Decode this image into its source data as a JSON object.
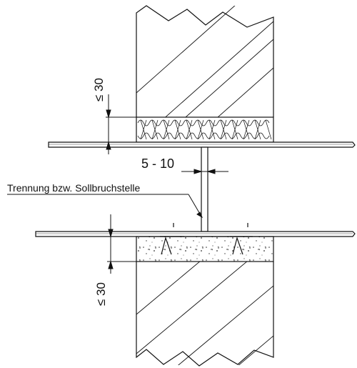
{
  "labels": {
    "dim_top": "≤ 30",
    "dim_bottom": "≤ 30",
    "gap": "5 - 10",
    "annotation": "Trennung bzw. Sollbruchstelle"
  }
}
